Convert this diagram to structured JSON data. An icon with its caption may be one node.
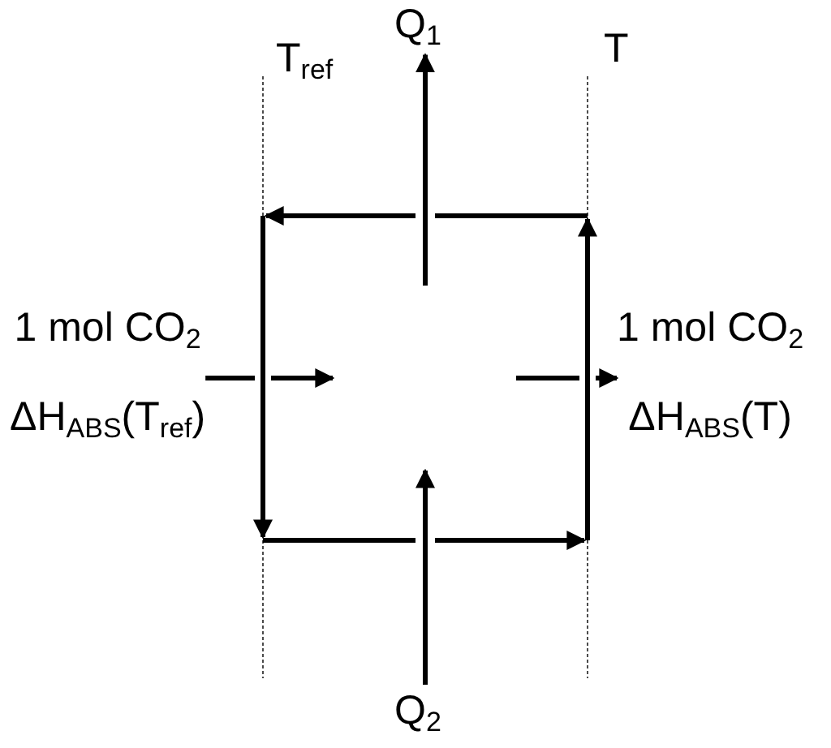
{
  "diagram": {
    "nodes": [
      {
        "text": [
          "Q$_{1}$"
        ]
      },
      {
        "text": [
          "1 mol CO$_{2}$",
          "ΔH$_{ABS}$(T$_{ref}$)"
        ]
      },
      {
        "text": [
          "1 mol CO$_{2}$",
          "ΔH$_{ABS}$(T)"
        ]
      },
      {
        "text": [
          "Q$_{2}$"
        ]
      }
    ],
    "edges": [
      {
        "from": null,
        "to": 0,
        "arrow": "to"
      },
      {
        "from": 3,
        "to": null,
        "arrow": "to"
      },
      {
        "from": 1,
        "to": null,
        "arrow": "to"
      },
      {
        "from": null,
        "to": 2,
        "arrow": "to"
      }
    ],
    "labels": [
      "T$_{ref}$",
      "T"
    ]
  }
}
